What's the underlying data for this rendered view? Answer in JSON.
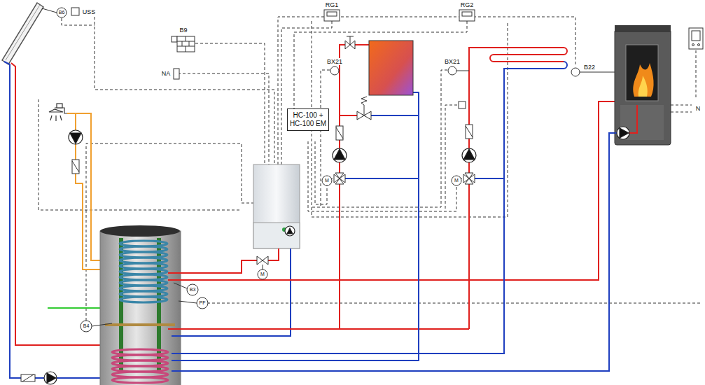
{
  "diagram": {
    "nodes": [
      {
        "text": [
          "HC-100 + HC-100 EM"
        ]
      }
    ],
    "labels": [
      "B6",
      "USS",
      "B9",
      "NA",
      "RG1",
      "RG2",
      "BX21",
      "BX21",
      "B22",
      "M",
      "M",
      "M",
      "B3",
      "PF",
      "B4",
      "N"
    ]
  }
}
